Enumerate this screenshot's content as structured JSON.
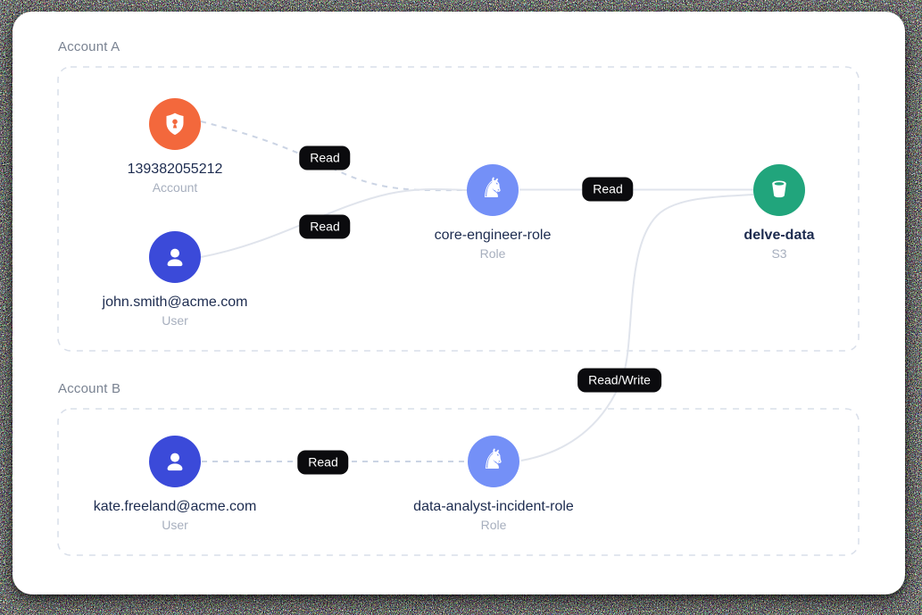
{
  "groups": {
    "account_a": {
      "label": "Account A"
    },
    "account_b": {
      "label": "Account B"
    }
  },
  "nodes": {
    "account": {
      "title": "139382055212",
      "subtitle": "Account",
      "icon": "shield-keyhole-icon",
      "color": "#F3683C"
    },
    "user_a": {
      "title": "john.smith@acme.com",
      "subtitle": "User",
      "icon": "user-icon",
      "color": "#3B4AD9"
    },
    "role_a": {
      "title": "core-engineer-role",
      "subtitle": "Role",
      "icon": "chess-knight-icon",
      "color": "#7490F7"
    },
    "bucket": {
      "title": "delve-data",
      "subtitle": "S3",
      "icon": "bucket-icon",
      "color": "#21A57C"
    },
    "user_b": {
      "title": "kate.freeland@acme.com",
      "subtitle": "User",
      "icon": "user-icon",
      "color": "#3B4AD9"
    },
    "role_b": {
      "title": "data-analyst-incident-role",
      "subtitle": "Role",
      "icon": "chess-knight-icon",
      "color": "#7490F7"
    }
  },
  "edges": {
    "account_to_role_a": {
      "label": "Read",
      "style": "dashed"
    },
    "user_a_to_role_a": {
      "label": "Read",
      "style": "solid"
    },
    "role_a_to_bucket": {
      "label": "Read",
      "style": "solid"
    },
    "user_b_to_role_b": {
      "label": "Read",
      "style": "dashed"
    },
    "role_b_to_bucket": {
      "label": "Read/Write",
      "style": "solid"
    }
  },
  "icons": {
    "knight_glyph": "♞"
  },
  "colors": {
    "card_bg": "#FFFFFF",
    "badge_bg": "#0B0B0E",
    "badge_text": "#FFFFFF",
    "node_title": "#1C2B4F",
    "node_subtitle": "#A7AFBE",
    "group_label": "#7A8392",
    "group_border": "#D9DFEA",
    "edge_solid": "#E0E4EC",
    "edge_dashed": "#CBD4E4"
  }
}
